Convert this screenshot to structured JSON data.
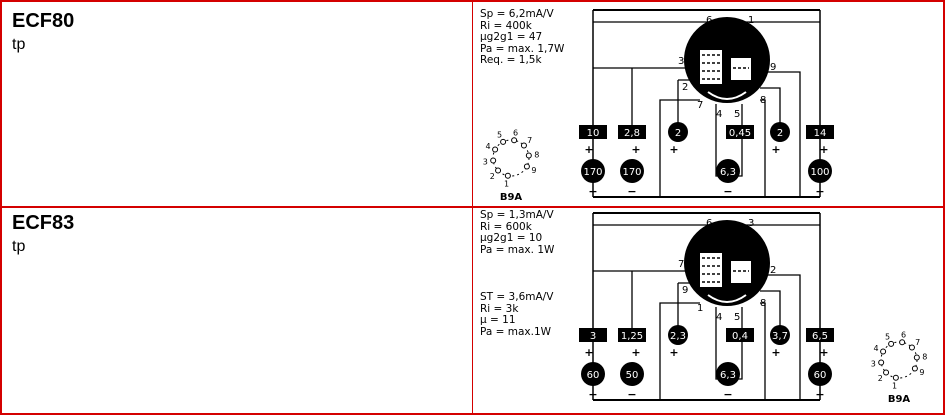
{
  "colors": {
    "border": "#d40000",
    "ink": "#000000",
    "background": "#ffffff"
  },
  "rows": [
    {
      "name": "ECF80",
      "subtitle": "tp",
      "params": [
        "Sp = 6,2mA/V",
        "Ri =  400k",
        "µg2g1 = 47",
        "Pa = max. 1,7W",
        "Req. = 1,5k"
      ],
      "params2": [],
      "socket": {
        "label": "B9A",
        "pins": [
          "1",
          "2",
          "3",
          "4",
          "5",
          "6",
          "7",
          "8",
          "9"
        ]
      },
      "tube_pins": [
        "6",
        "1",
        "3",
        "9",
        "2",
        "8",
        "7",
        "4",
        "5"
      ],
      "voltages": [
        "10",
        "2,8",
        "2",
        "0,45",
        "2",
        "14"
      ],
      "currents": [
        "170",
        "170",
        "6,3",
        "100"
      ]
    },
    {
      "name": "ECF83",
      "subtitle": "tp",
      "params": [
        "Sp = 1,3mA/V",
        "Ri = 600k",
        "µg2g1 = 10",
        "Pa = max. 1W"
      ],
      "params2": [
        "ST = 3,6mA/V",
        "Ri = 3k",
        "µ = 11",
        "Pa = max.1W"
      ],
      "socket": {
        "label": "B9A",
        "pins": [
          "1",
          "2",
          "3",
          "4",
          "5",
          "6",
          "7",
          "8",
          "9"
        ]
      },
      "tube_pins": [
        "6",
        "3",
        "7",
        "2",
        "9",
        "8",
        "1",
        "4",
        "5"
      ],
      "voltages": [
        "3",
        "1,25",
        "2,3",
        "0,4",
        "3,7",
        "6,5"
      ],
      "currents": [
        "60",
        "50",
        "6,3",
        "60"
      ]
    }
  ]
}
